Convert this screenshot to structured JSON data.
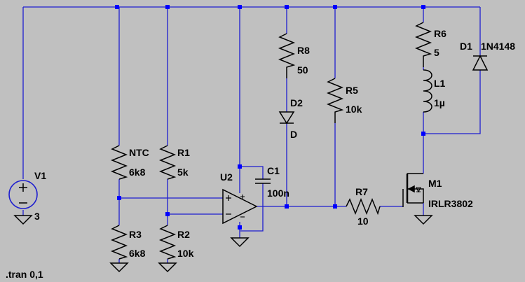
{
  "colors": {
    "background": "#c0c0c0",
    "wire": "#1e1ecf",
    "junction": "#0000ff",
    "component": "#000000"
  },
  "components": {
    "V1": {
      "name": "V1",
      "value": "3"
    },
    "NTC": {
      "name": "NTC",
      "value": "6k8"
    },
    "R1": {
      "name": "R1",
      "value": "5k"
    },
    "R2": {
      "name": "R2",
      "value": "10k"
    },
    "R3": {
      "name": "R3",
      "value": "6k8"
    },
    "R5": {
      "name": "R5",
      "value": "10k"
    },
    "R6": {
      "name": "R6",
      "value": "5"
    },
    "R7": {
      "name": "R7",
      "value": "10"
    },
    "R8": {
      "name": "R8",
      "value": "50"
    },
    "C1": {
      "name": "C1",
      "value": "100n"
    },
    "D1": {
      "name": "D1",
      "value": "1N4148"
    },
    "D2": {
      "name": "D2",
      "value": "D"
    },
    "L1": {
      "name": "L1",
      "value": "1µ"
    },
    "M1": {
      "name": "M1",
      "value": "IRLR3802"
    },
    "U2": {
      "name": "U2"
    }
  },
  "directive": ".tran 0,1"
}
